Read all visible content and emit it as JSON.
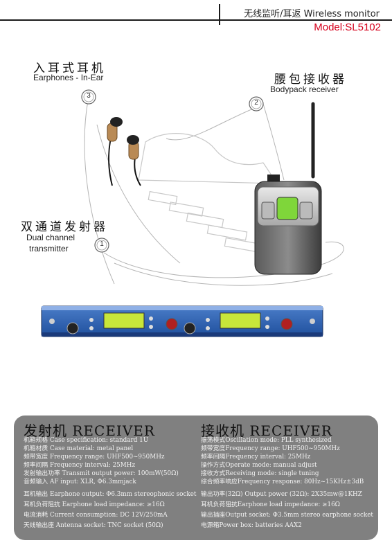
{
  "header": {
    "title": "无线监听/耳返 Wireless monitor",
    "model": "Model:SL5102"
  },
  "products": {
    "earphones": {
      "number": "3",
      "name_zh": "入耳式耳机",
      "name_en": "Earphones - In-Ear"
    },
    "bodypack": {
      "number": "2",
      "name_zh": "腰包接收器",
      "name_en": "Bodypack receiver"
    },
    "transmitter": {
      "number": "1",
      "name_zh": "双通道发射器",
      "name_en_line1": "Dual channel",
      "name_en_line2": "transmitter"
    }
  },
  "specs": {
    "left": {
      "heading": "发射机 RECEIVER",
      "lines": [
        "机箱规格 Case specification: standard 1U",
        "机箱材质 Case material: metal panel",
        "频带宽度 Frequency range: UHF500~950MHz",
        "频率间隔 Frequency interval: 25MHz",
        "发射输出功率 Transmit output power: 100mW(50Ω)",
        "音频输入 AF input:  XLR, Φ6.3mmjack",
        "耳机输出 Earphone output: Φ6.3mm stereophonic socket",
        "耳机负荷阻抗 Earphone load impedance: ≥16Ω",
        "电流消耗 Current consumption:  DC 12V/250mA",
        "天线输出座 Antenna socket: TNC socket (50Ω)"
      ]
    },
    "right": {
      "heading": "接收机 RECEIVER",
      "lines": [
        "振荡模式Oscillation mode: PLL synthesized",
        "频带宽度Frequency range: UHF500~950MHz",
        "频率间隔Frequency interval: 25MHz",
        "操作方式Operate mode: manual adjust",
        "接收方式Receiving mode: single tuning",
        "综合频率响应Frequency response: 80Hz~15KHz±3dB",
        "输出功率(32Ω) Output power (32Ω): 2X35mw@1KHZ",
        "耳机负荷阻抗Earphone load impedance: ≥16Ω",
        "输出插座Output socket: Φ3.5mm  stereo earphone socket",
        "电源箱Power box: batteries AAX2"
      ]
    }
  }
}
